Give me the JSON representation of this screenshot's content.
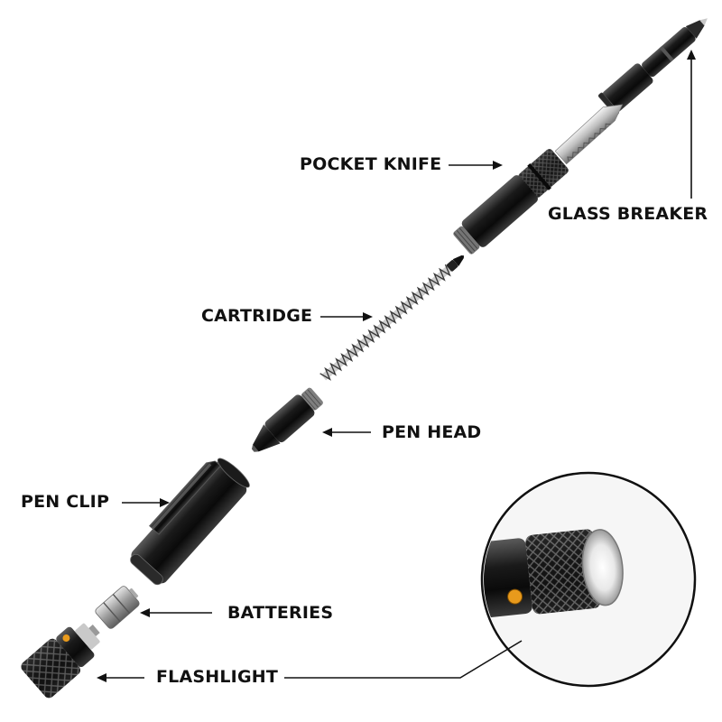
{
  "labels": {
    "pocket_knife": "POCKET KNIFE",
    "glass_breaker": "GLASS BREAKER",
    "cartridge": "CARTRIDGE",
    "pen_head": "PEN HEAD",
    "pen_clip": "PEN CLIP",
    "batteries": "BATTERIES",
    "flashlight": "FLASHLIGHT"
  },
  "colors": {
    "text": "#111111",
    "arrow": "#111111",
    "metal_dark": "#141414",
    "metal_mid": "#3a3a3a",
    "spring": "#8a8a8a",
    "led": "#e89a1c"
  },
  "parts": [
    {
      "name": "glass-breaker-part",
      "label_ref": "glass_breaker"
    },
    {
      "name": "pocket-knife-part",
      "label_ref": "pocket_knife"
    },
    {
      "name": "cartridge-part",
      "label_ref": "cartridge"
    },
    {
      "name": "pen-head-part",
      "label_ref": "pen_head"
    },
    {
      "name": "pen-clip-part",
      "label_ref": "pen_clip"
    },
    {
      "name": "batteries-part",
      "label_ref": "batteries"
    },
    {
      "name": "flashlight-part",
      "label_ref": "flashlight"
    }
  ]
}
